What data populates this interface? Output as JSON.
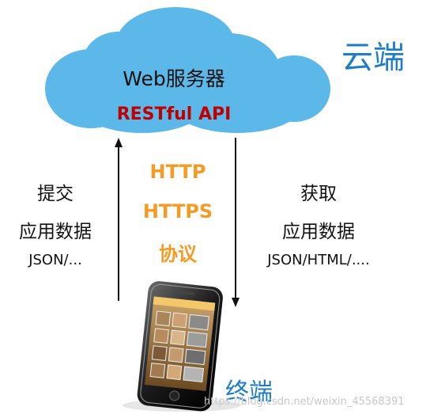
{
  "cloud": {
    "title": "Web服务器",
    "api": "RESTful API",
    "label": "云端"
  },
  "protocols": [
    "HTTP",
    "HTTPS",
    "协议"
  ],
  "left": {
    "line1": "提交",
    "line2": "应用数据",
    "line3": "JSON/..."
  },
  "right": {
    "line1": "获取",
    "line2": "应用数据",
    "line3": "JSON/HTML/...."
  },
  "device": {
    "label": "终端"
  },
  "watermark": "https://blog.csdn.net/weixin_45568391",
  "colors": {
    "cloud": "#5bb8e8",
    "api": "#c00000",
    "protocol": "#f59a23",
    "brand": "#1e7dc8"
  }
}
